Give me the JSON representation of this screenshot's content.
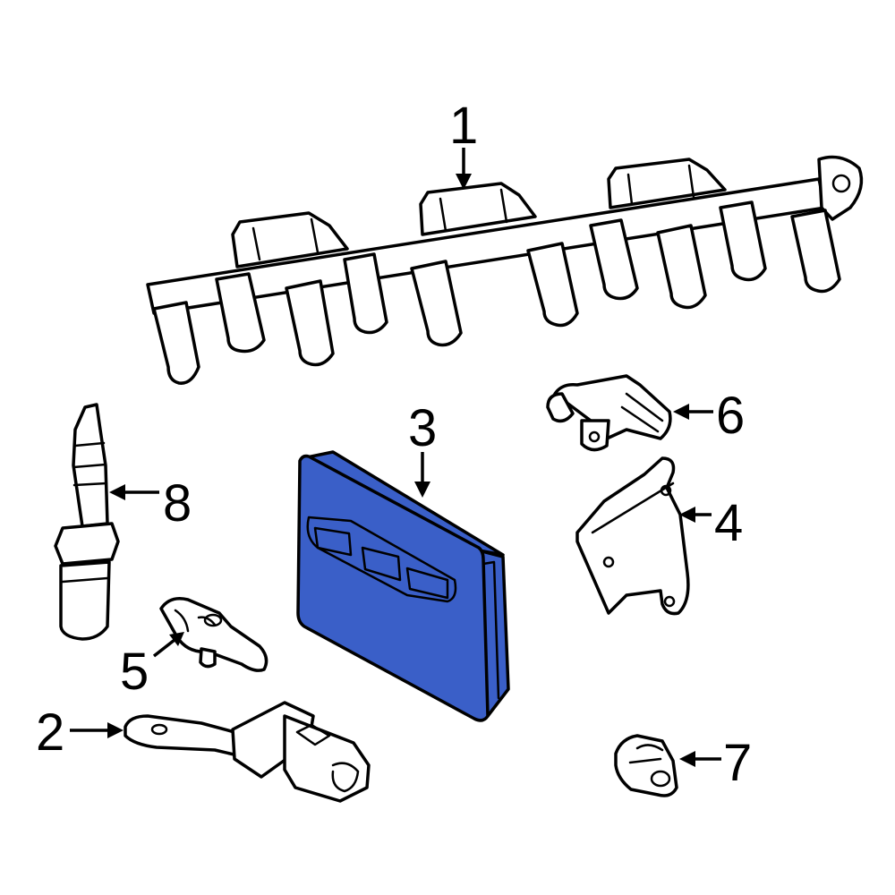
{
  "callouts": [
    {
      "id": "1",
      "text": "1"
    },
    {
      "id": "2",
      "text": "2"
    },
    {
      "id": "3",
      "text": "3"
    },
    {
      "id": "4",
      "text": "4"
    },
    {
      "id": "5",
      "text": "5"
    },
    {
      "id": "6",
      "text": "6"
    },
    {
      "id": "7",
      "text": "7"
    },
    {
      "id": "8",
      "text": "8"
    }
  ],
  "colors": {
    "highlight_fill": "#3a5fc8",
    "line": "#000000",
    "background": "#ffffff"
  },
  "highlighted_part": "3"
}
